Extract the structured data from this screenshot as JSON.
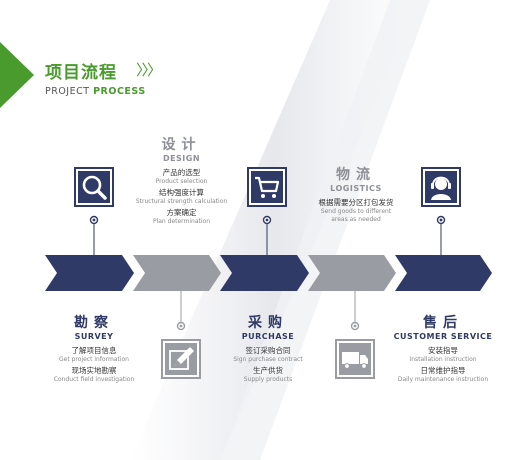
{
  "header": {
    "title_cn": "项目流程",
    "chevrons": "〉〉〉",
    "subtitle_en_1": "PROJECT",
    "subtitle_en_2": "PROCESS"
  },
  "colors": {
    "green": "#4a9b2e",
    "navy": "#2f3a66",
    "grey": "#9a9ca3"
  },
  "steps": {
    "survey": {
      "title_cn": "勘察",
      "title_en": "SURVEY",
      "icon": "magnifier-icon",
      "lines": [
        {
          "cn": "了解项目信息",
          "en": "Get project information"
        },
        {
          "cn": "现场实地勘察",
          "en": "Conduct field investigation"
        }
      ]
    },
    "design": {
      "title_cn": "设计",
      "title_en": "DESIGN",
      "icon": "pencil-icon",
      "lines": [
        {
          "cn": "产品的选型",
          "en": "Product selection"
        },
        {
          "cn": "结构强度计算",
          "en": "Structural strength calculation"
        },
        {
          "cn": "方案确定",
          "en": "Plan determination"
        }
      ]
    },
    "purchase": {
      "title_cn": "采购",
      "title_en": "PURCHASE",
      "icon": "shopping-cart-icon",
      "lines": [
        {
          "cn": "签订采购合同",
          "en": "Sign purchase contract"
        },
        {
          "cn": "生产供货",
          "en": "Supply products"
        }
      ]
    },
    "logistics": {
      "title_cn": "物流",
      "title_en": "LOGISTICS",
      "icon": "delivery-truck-icon",
      "lines": [
        {
          "cn": "根据需要分区打包发货",
          "en": "Send goods to different areas as needed"
        }
      ]
    },
    "service": {
      "title_cn": "售后",
      "title_en": "CUSTOMER SERVICE",
      "icon": "headset-agent-icon",
      "lines": [
        {
          "cn": "安装指导",
          "en": "Installation instruction"
        },
        {
          "cn": "日常维护指导",
          "en": "Daily maintenance instruction"
        }
      ]
    }
  }
}
